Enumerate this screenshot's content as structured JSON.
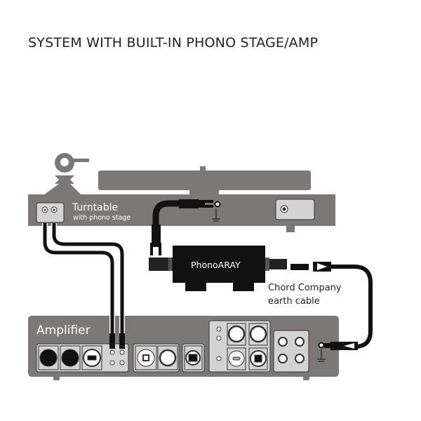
{
  "title": "SYSTEM WITH BUILT-IN PHONO STAGE/AMP",
  "turntable": {
    "label": "Turntable",
    "sublabel": "with phono stage"
  },
  "amplifier": {
    "label": "Amplifier"
  },
  "phono": {
    "label": "PhonoARAY"
  },
  "earth_cable": {
    "line1": "Chord Company",
    "line2": "earth cable"
  },
  "colors": {
    "device": "#7d7878",
    "panel": "#d4d3d3",
    "cable": "#111111"
  }
}
